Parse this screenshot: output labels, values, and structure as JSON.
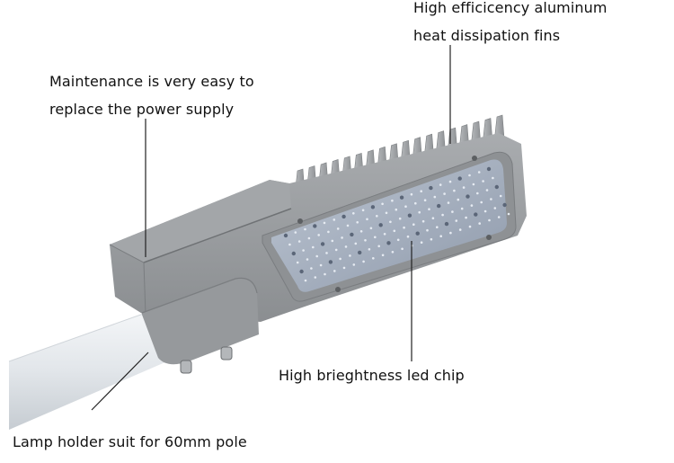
{
  "callouts": {
    "fins": {
      "lines": [
        "High efficicency aluminum",
        "heat dissipation fins"
      ]
    },
    "maintenance": {
      "lines": [
        "Maintenance is very easy to",
        "replace the power supply"
      ]
    },
    "chip": {
      "lines": [
        "High brieghtness led chip"
      ]
    },
    "holder": {
      "lines": [
        "Lamp holder suit for 60mm pole"
      ]
    }
  },
  "colors": {
    "background": "#ffffff",
    "text": "#111111",
    "leader_line": "#222222",
    "housing": "#9a9da0",
    "housing_dark": "#7e8184",
    "lens": "#aab4c4",
    "pole": "#e4e8ec"
  }
}
